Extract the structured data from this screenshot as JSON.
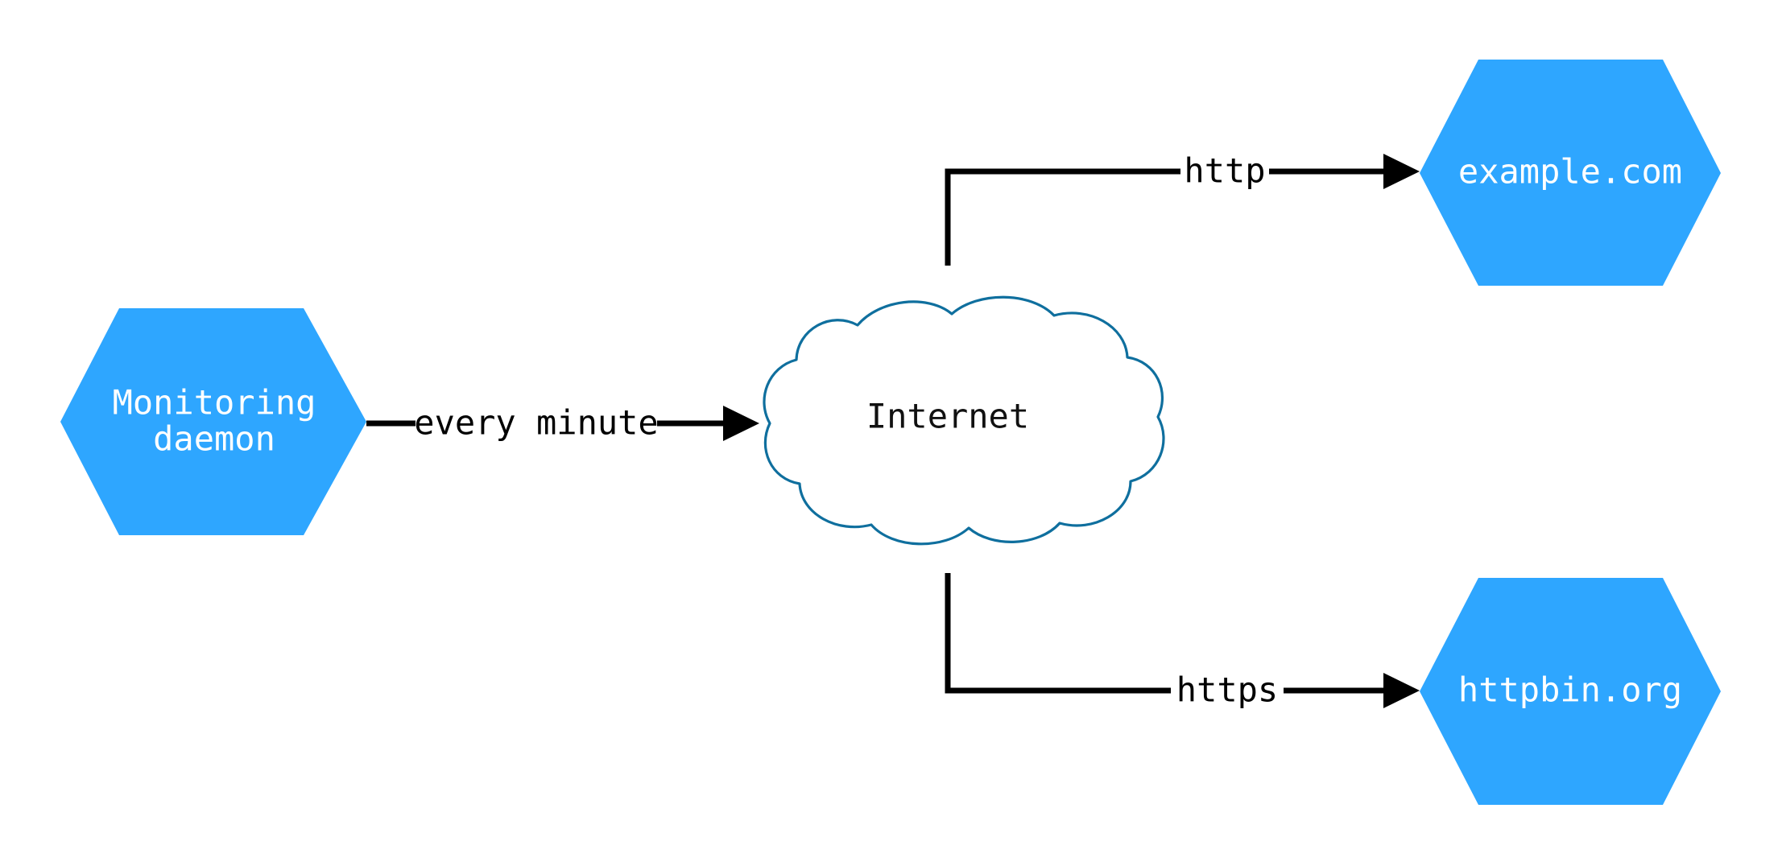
{
  "diagram": {
    "type": "network-flow-diagram",
    "background_color": "#ffffff",
    "node_fill_color": "#2ea6ff",
    "node_text_color": "#ffffff",
    "cloud_stroke_color": "#0f6f9e",
    "cloud_fill_color": "#ffffff",
    "edge_color": "#000000",
    "nodes": [
      {
        "id": "monitoring-daemon",
        "shape": "hexagon",
        "line1": "Monitoring",
        "line2": "daemon",
        "text_color": "#ffffff",
        "fill": "#2ea6ff"
      },
      {
        "id": "internet",
        "shape": "cloud",
        "label": "Internet",
        "text_color": "#111111",
        "fill": "#ffffff",
        "stroke": "#0f6f9e"
      },
      {
        "id": "example-com",
        "shape": "hexagon",
        "label": "example.com",
        "text_color": "#ffffff",
        "fill": "#2ea6ff"
      },
      {
        "id": "httpbin-org",
        "shape": "hexagon",
        "label": "httpbin.org",
        "text_color": "#ffffff",
        "fill": "#2ea6ff"
      }
    ],
    "edges": [
      {
        "id": "daemon-to-internet",
        "from": "monitoring-daemon",
        "to": "internet",
        "label": "every minute",
        "arrow": "to"
      },
      {
        "id": "internet-to-example",
        "from": "internet",
        "to": "example-com",
        "label": "http",
        "arrow": "to"
      },
      {
        "id": "internet-to-httpbin",
        "from": "internet",
        "to": "httpbin-org",
        "label": "https",
        "arrow": "to"
      }
    ]
  }
}
